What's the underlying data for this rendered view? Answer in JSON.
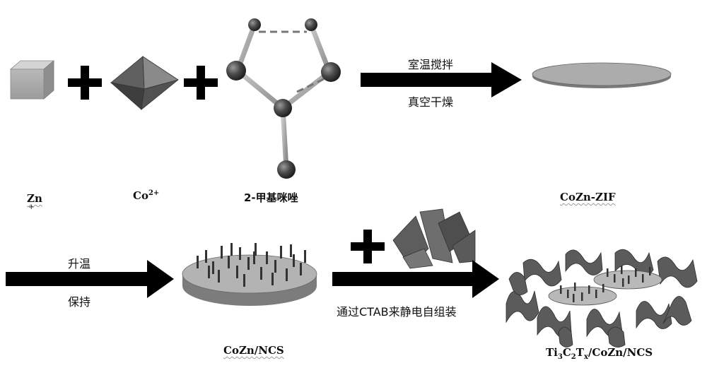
{
  "reactants": {
    "zn": "Zn",
    "zn_mark": "+",
    "co_base": "Co",
    "co_charge": "2+",
    "imidazole": "2-甲基咪唑"
  },
  "steps": {
    "step1_top": "室温搅拌",
    "step1_bottom": "真空干燥",
    "step2_top": "升温",
    "step2_bottom": "保持",
    "step3": "通过CTAB来静电自组装"
  },
  "products": {
    "cozn_zif": "CoZn-ZIF",
    "cozn_ncs": "CoZn/NCS",
    "final_ti": "Ti",
    "final_sub3": "3",
    "final_c": "C",
    "final_sub2": "2",
    "final_t": "T",
    "final_subx": "x",
    "final_rest": "/CoZn/NCS"
  },
  "colors": {
    "arrow": "#000000",
    "plate": "#a8a8a8",
    "atom": "#3a3a3a",
    "mxene": "#5a5a5a"
  }
}
